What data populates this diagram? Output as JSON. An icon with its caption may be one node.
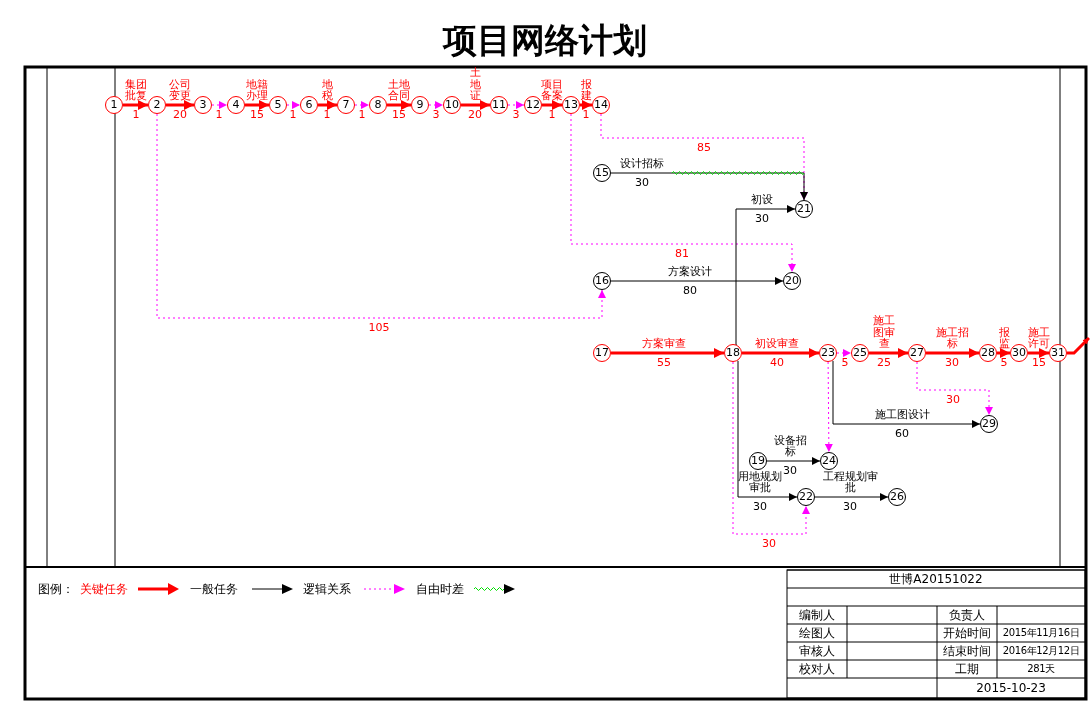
{
  "diagram": {
    "title": "项目网络计划",
    "nodes": [
      {
        "text": [
          "1"
        ]
      },
      {
        "text": [
          "2"
        ]
      },
      {
        "text": [
          "3"
        ]
      },
      {
        "text": [
          "4"
        ]
      },
      {
        "text": [
          "5"
        ]
      },
      {
        "text": [
          "6"
        ]
      },
      {
        "text": [
          "7"
        ]
      },
      {
        "text": [
          "8"
        ]
      },
      {
        "text": [
          "9"
        ]
      },
      {
        "text": [
          "10"
        ]
      },
      {
        "text": [
          "11"
        ]
      },
      {
        "text": [
          "12"
        ]
      },
      {
        "text": [
          "13"
        ]
      },
      {
        "text": [
          "14"
        ]
      },
      {
        "text": [
          "15"
        ]
      },
      {
        "text": [
          "16"
        ]
      },
      {
        "text": [
          "17"
        ]
      },
      {
        "text": [
          "18"
        ]
      },
      {
        "text": [
          "19"
        ]
      },
      {
        "text": [
          "20"
        ]
      },
      {
        "text": [
          "21"
        ]
      },
      {
        "text": [
          "22"
        ]
      },
      {
        "text": [
          "23"
        ]
      },
      {
        "text": [
          "24"
        ]
      },
      {
        "text": [
          "25"
        ]
      },
      {
        "text": [
          "26"
        ]
      },
      {
        "text": [
          "27"
        ]
      },
      {
        "text": [
          "28"
        ]
      },
      {
        "text": [
          "29"
        ]
      },
      {
        "text": [
          "30"
        ]
      },
      {
        "text": [
          "31"
        ]
      }
    ],
    "edges": [
      {
        "from": 0,
        "to": 1,
        "arrow": "to",
        "label": "集团批复 1",
        "style": "thick",
        "color": "#ff0000"
      },
      {
        "from": 1,
        "to": 2,
        "arrow": "to",
        "label": "公司变更 20",
        "style": "thick",
        "color": "#ff0000"
      },
      {
        "from": 2,
        "to": 3,
        "arrow": "to",
        "label": "1",
        "style": "dashed",
        "color": "#ff00ff"
      },
      {
        "from": 3,
        "to": 4,
        "arrow": "to",
        "label": "地籍办理 15",
        "style": "thick",
        "color": "#ff0000"
      },
      {
        "from": 4,
        "to": 5,
        "arrow": "to",
        "label": "1",
        "style": "dashed",
        "color": "#ff00ff"
      },
      {
        "from": 5,
        "to": 6,
        "arrow": "to",
        "label": "地税 1",
        "style": "thick",
        "color": "#ff0000"
      },
      {
        "from": 6,
        "to": 7,
        "arrow": "to",
        "label": "1",
        "style": "dashed",
        "color": "#ff00ff"
      },
      {
        "from": 7,
        "to": 8,
        "arrow": "to",
        "label": "土地合同 15",
        "style": "thick",
        "color": "#ff0000"
      },
      {
        "from": 8,
        "to": 9,
        "arrow": "to",
        "label": "3",
        "style": "dashed",
        "color": "#ff00ff"
      },
      {
        "from": 9,
        "to": 10,
        "arrow": "to",
        "label": "土地证 20",
        "style": "thick",
        "color": "#ff0000"
      },
      {
        "from": 10,
        "to": 11,
        "arrow": "to",
        "label": "3",
        "style": "dashed",
        "color": "#ff00ff"
      },
      {
        "from": 11,
        "to": 12,
        "arrow": "to",
        "label": "项目备案 1",
        "style": "thick",
        "color": "#ff0000"
      },
      {
        "from": 12,
        "to": 13,
        "arrow": "to",
        "label": "报建 1",
        "style": "thick",
        "color": "#ff0000"
      },
      {
        "from": 13,
        "to": 20,
        "arrow": "to",
        "label": "85",
        "style": "dashed",
        "color": "#ff00ff"
      },
      {
        "from": 1,
        "to": 15,
        "arrow": "to",
        "label": "105",
        "style": "dashed",
        "color": "#ff00ff"
      },
      {
        "from": 12,
        "to": 19,
        "arrow": "to",
        "label": "81",
        "style": "dashed",
        "color": "#ff00ff"
      },
      {
        "from": 14,
        "to": 20,
        "arrow": "to",
        "label": "设计招标 30",
        "color": "#000000"
      },
      {
        "from": 17,
        "to": 20,
        "arrow": "to",
        "label": "初设 30",
        "color": "#000000"
      },
      {
        "from": 15,
        "to": 19,
        "arrow": "to",
        "label": "方案设计 80",
        "color": "#000000"
      },
      {
        "from": 16,
        "to": 17,
        "arrow": "to",
        "label": "方案审查 55",
        "style": "thick",
        "color": "#ff0000"
      },
      {
        "from": 17,
        "to": 22,
        "arrow": "to",
        "label": "初设审查 40",
        "style": "thick",
        "color": "#ff0000"
      },
      {
        "from": 17,
        "to": 21,
        "arrow": "to",
        "label": "用地规划审批 30",
        "color": "#000000"
      },
      {
        "from": 17,
        "to": 21,
        "arrow": "to",
        "label": "30",
        "style": "dashed",
        "color": "#ff00ff"
      },
      {
        "from": 22,
        "to": 23,
        "arrow": "to",
        "style": "dashed",
        "color": "#ff00ff"
      },
      {
        "from": 22,
        "to": 24,
        "arrow": "to",
        "label": "5",
        "style": "dashed",
        "color": "#ff00ff"
      },
      {
        "from": 22,
        "to": 28,
        "arrow": "to",
        "label": "施工图设计 60",
        "color": "#000000"
      },
      {
        "from": 18,
        "to": 23,
        "arrow": "to",
        "label": "设备招标 30",
        "color": "#000000"
      },
      {
        "from": 21,
        "to": 25,
        "arrow": "to",
        "label": "工程规划审批 30",
        "color": "#000000"
      },
      {
        "from": 24,
        "to": 26,
        "arrow": "to",
        "label": "施工图审查 25",
        "style": "thick",
        "color": "#ff0000"
      },
      {
        "from": 26,
        "to": 27,
        "arrow": "to",
        "label": "施工招标 30",
        "style": "thick",
        "color": "#ff0000"
      },
      {
        "from": 26,
        "to": 28,
        "arrow": "to",
        "label": "30",
        "style": "dashed",
        "color": "#ff00ff"
      },
      {
        "from": 27,
        "to": 29,
        "arrow": "to",
        "label": "报监 5",
        "style": "thick",
        "color": "#ff0000"
      },
      {
        "from": 29,
        "to": 30,
        "arrow": "to",
        "label": "施工许可 15",
        "style": "thick",
        "color": "#ff0000"
      },
      {
        "from": 30,
        "to": null,
        "arrow": "to",
        "style": "thick",
        "color": "#ff0000"
      }
    ],
    "labels": [
      "图例：",
      "世博A20151022",
      "编制人",
      "负责人",
      "绘图人",
      "开始时间",
      "2015年11月16日",
      "审核人",
      "结束时间",
      "2016年12月12日",
      "校对人",
      "工期",
      "281天",
      "2015-10-23"
    ],
    "legend": [
      {
        "text": "关键任务"
      },
      {
        "text": "一般任务"
      },
      {
        "text": "逻辑关系"
      },
      {
        "text": "自由时差"
      }
    ]
  }
}
